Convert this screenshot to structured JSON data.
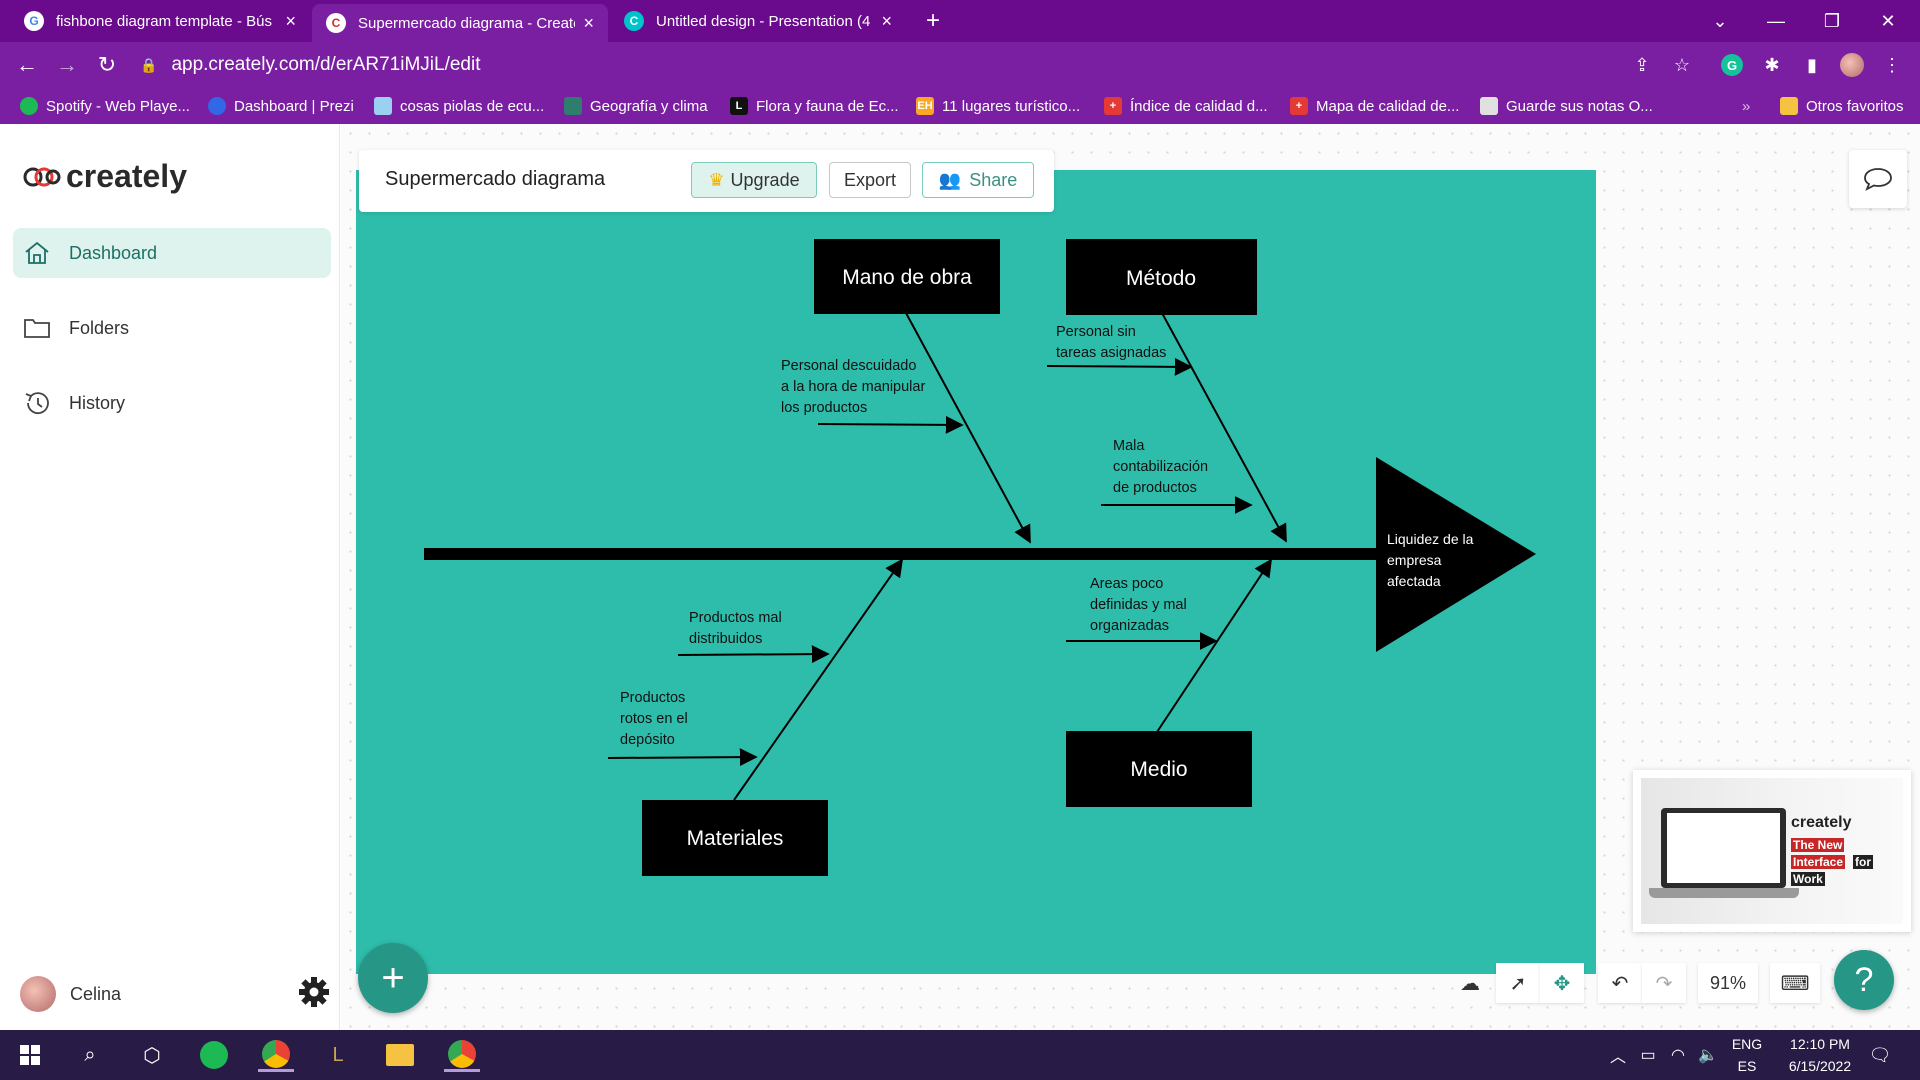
{
  "browser": {
    "tabs": [
      {
        "title": "fishbone diagram template - Bús",
        "icon": "google-icon"
      },
      {
        "title": "Supermercado diagrama - Create",
        "icon": "creately-icon"
      },
      {
        "title": "Untitled design - Presentation (4",
        "icon": "canva-icon"
      }
    ],
    "new_tab": "+",
    "url": "app.creately.com/d/erAR71iMJiL/edit",
    "bookmarks": [
      {
        "label": "Spotify - Web Playe..."
      },
      {
        "label": "Dashboard | Prezi"
      },
      {
        "label": "cosas piolas de ecu..."
      },
      {
        "label": "Geografía y clima"
      },
      {
        "label": "Flora y fauna de Ec..."
      },
      {
        "label": "11 lugares turístico..."
      },
      {
        "label": "Índice de calidad d..."
      },
      {
        "label": "Mapa de calidad de..."
      },
      {
        "label": "Guarde sus notas O..."
      }
    ],
    "other_bookmarks": "Otros favoritos",
    "bookmarks_overflow": "»"
  },
  "sidebar": {
    "logo": "creately",
    "items": [
      {
        "label": "Dashboard",
        "icon": "home-icon",
        "active": true
      },
      {
        "label": "Folders",
        "icon": "folder-icon"
      },
      {
        "label": "History",
        "icon": "history-icon"
      }
    ],
    "user": "Celina"
  },
  "header": {
    "title": "Supermercado diagrama",
    "upgrade": "Upgrade",
    "export": "Export",
    "share": "Share"
  },
  "diagram": {
    "categories": {
      "mano_de_obra": "Mano de obra",
      "metodo": "Método",
      "materiales": "Materiales",
      "medio": "Medio"
    },
    "effect": [
      "Liquidez de la",
      "empresa",
      "afectada"
    ],
    "causes": {
      "personal_descuidado": [
        "Personal descuidado",
        "a la hora de manipular",
        "los productos"
      ],
      "personal_sin_tareas": [
        "Personal sin",
        "tareas asignadas"
      ],
      "mala_contabilizacion": [
        "Mala",
        "contabilización",
        "de productos"
      ],
      "productos_mal": [
        "Productos mal",
        "distribuidos"
      ],
      "productos_rotos": [
        "Productos",
        "rotos en el",
        "depósito"
      ],
      "areas_poco": [
        "Areas poco",
        "definidas y mal",
        "organizadas"
      ]
    },
    "colors": {
      "page": "#2ebdab",
      "box": "#000000",
      "text_on_box": "#ffffff"
    }
  },
  "toolbar": {
    "zoom": "91%",
    "add": "+",
    "help": "?"
  },
  "promo": {
    "logo": "creately",
    "lines": [
      "The New",
      "Interface",
      "for",
      "Work"
    ]
  },
  "taskbar": {
    "lang_top": "ENG",
    "lang_bottom": "ES",
    "time": "12:10 PM",
    "date": "6/15/2022"
  }
}
